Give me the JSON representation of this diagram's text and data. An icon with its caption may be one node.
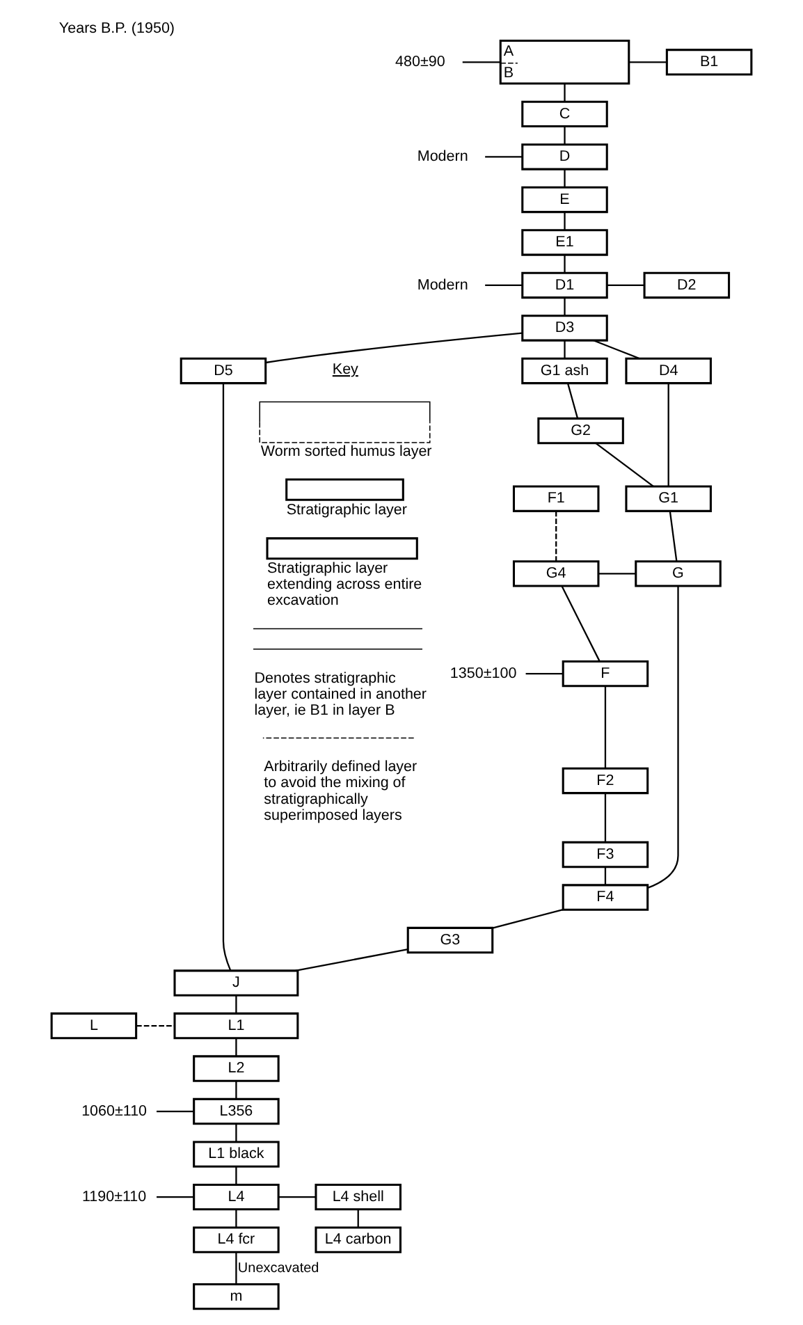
{
  "diagram": {
    "title": "Years B.P. (1950)",
    "nodes": [
      {
        "text": [
          "A",
          "B"
        ]
      },
      {
        "text": [
          "480±90"
        ]
      },
      {
        "text": [
          "B1"
        ]
      },
      {
        "text": [
          "C"
        ]
      },
      {
        "text": [
          "Modern"
        ]
      },
      {
        "text": [
          "D"
        ]
      },
      {
        "text": [
          "E"
        ]
      },
      {
        "text": [
          "E1"
        ]
      },
      {
        "text": [
          "Modern"
        ]
      },
      {
        "text": [
          "D1"
        ]
      },
      {
        "text": [
          "D2"
        ]
      },
      {
        "text": [
          "D3"
        ]
      },
      {
        "text": [
          "G1 ash"
        ]
      },
      {
        "text": [
          "D4"
        ]
      },
      {
        "text": [
          "D5"
        ]
      },
      {
        "text": [
          "G2"
        ]
      },
      {
        "text": [
          "G1"
        ]
      },
      {
        "text": [
          "G4"
        ]
      },
      {
        "text": [
          "G"
        ]
      },
      {
        "text": [
          "F1"
        ]
      },
      {
        "text": [
          "1350±100"
        ]
      },
      {
        "text": [
          "F"
        ]
      },
      {
        "text": [
          "F2"
        ]
      },
      {
        "text": [
          "F3"
        ]
      },
      {
        "text": [
          "F4"
        ]
      },
      {
        "text": [
          "G3"
        ]
      },
      {
        "text": [
          "J"
        ]
      },
      {
        "text": [
          "L"
        ]
      },
      {
        "text": [
          "L1"
        ]
      },
      {
        "text": [
          "L2"
        ]
      },
      {
        "text": [
          "1060±110"
        ]
      },
      {
        "text": [
          "L356"
        ]
      },
      {
        "text": [
          "L1 black"
        ]
      },
      {
        "text": [
          "1190±110"
        ]
      },
      {
        "text": [
          "L4"
        ]
      },
      {
        "text": [
          "L4 shell"
        ]
      },
      {
        "text": [
          "L4 carbon"
        ]
      },
      {
        "text": [
          "L4 fcr"
        ]
      },
      {
        "text": [
          "m"
        ]
      }
    ],
    "edges": [
      {
        "from": 1,
        "to": 0,
        "arrow": "none"
      },
      {
        "from": 0,
        "to": 2,
        "arrow": "none"
      },
      {
        "from": 0,
        "to": 3,
        "arrow": "none"
      },
      {
        "from": 3,
        "to": 5,
        "arrow": "none"
      },
      {
        "from": 4,
        "to": 5,
        "arrow": "none"
      },
      {
        "from": 5,
        "to": 6,
        "arrow": "none"
      },
      {
        "from": 6,
        "to": 7,
        "arrow": "none"
      },
      {
        "from": 7,
        "to": 9,
        "arrow": "none"
      },
      {
        "from": 8,
        "to": 9,
        "arrow": "none"
      },
      {
        "from": 9,
        "to": 10,
        "arrow": "none"
      },
      {
        "from": 9,
        "to": 11,
        "arrow": "none"
      },
      {
        "from": 11,
        "to": 12,
        "arrow": "none"
      },
      {
        "from": 11,
        "to": 13,
        "arrow": "none"
      },
      {
        "from": 11,
        "to": 14,
        "arrow": "none"
      },
      {
        "from": 12,
        "to": 15,
        "arrow": "none"
      },
      {
        "from": 15,
        "to": 16,
        "arrow": "none"
      },
      {
        "from": 13,
        "to": 16,
        "arrow": "none"
      },
      {
        "from": 16,
        "to": 18,
        "arrow": "none"
      },
      {
        "from": 17,
        "to": 18,
        "arrow": "none"
      },
      {
        "from": 19,
        "to": 17,
        "arrow": "none",
        "style": "dashed"
      },
      {
        "from": 17,
        "to": 21,
        "arrow": "none"
      },
      {
        "from": 20,
        "to": 21,
        "arrow": "none"
      },
      {
        "from": 21,
        "to": 22,
        "arrow": "none"
      },
      {
        "from": 22,
        "to": 23,
        "arrow": "none"
      },
      {
        "from": 23,
        "to": 24,
        "arrow": "none"
      },
      {
        "from": 18,
        "to": 24,
        "arrow": "none"
      },
      {
        "from": 24,
        "to": 25,
        "arrow": "none"
      },
      {
        "from": 25,
        "to": 26,
        "arrow": "none"
      },
      {
        "from": 14,
        "to": 26,
        "arrow": "none"
      },
      {
        "from": 27,
        "to": 28,
        "arrow": "none",
        "style": "dashed"
      },
      {
        "from": 26,
        "to": 28,
        "arrow": "none"
      },
      {
        "from": 28,
        "to": 29,
        "arrow": "none"
      },
      {
        "from": 29,
        "to": 31,
        "arrow": "none"
      },
      {
        "from": 30,
        "to": 31,
        "arrow": "none"
      },
      {
        "from": 31,
        "to": 32,
        "arrow": "none"
      },
      {
        "from": 32,
        "to": 34,
        "arrow": "none"
      },
      {
        "from": 33,
        "to": 34,
        "arrow": "none"
      },
      {
        "from": 34,
        "to": 35,
        "arrow": "none"
      },
      {
        "from": 35,
        "to": 36,
        "arrow": "none"
      },
      {
        "from": 34,
        "to": 37,
        "arrow": "none"
      },
      {
        "from": 37,
        "to": 38,
        "arrow": "none",
        "label": "Unexcavated"
      }
    ],
    "labels": [
      "Key"
    ],
    "legend": [
      {
        "text": "Worm sorted humus layer"
      },
      {
        "text": "Stratigraphic layer"
      },
      {
        "text": "Stratigraphic layer extending across entire excavation"
      },
      {
        "text": "Denotes stratigraphic layer contained in another layer, ie B1 in layer B"
      },
      {
        "text": "Arbitrarily defined layer to avoid the mixing of stratigraphically superimposed layers"
      }
    ]
  }
}
